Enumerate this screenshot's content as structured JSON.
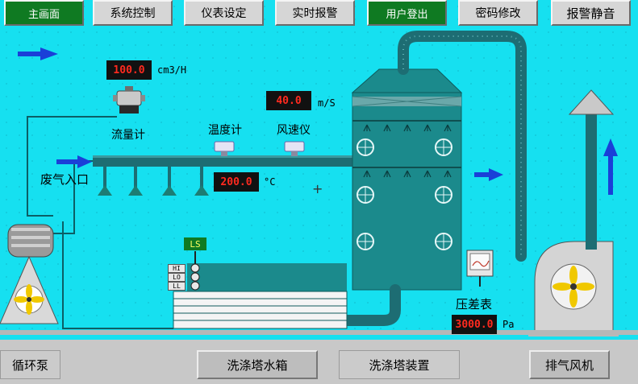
{
  "top_nav": {
    "items": [
      {
        "label": "主画面"
      },
      {
        "label": "系统控制"
      },
      {
        "label": "仪表设定"
      },
      {
        "label": "实时报警"
      },
      {
        "label": "用户登出"
      },
      {
        "label": "密码修改"
      },
      {
        "label": "报警静音"
      }
    ]
  },
  "readings": {
    "flow": {
      "value": "100.0",
      "unit": "cm3/H",
      "label": "流量计"
    },
    "wind_speed": {
      "value": "40.0",
      "unit": "m/S",
      "label": "风速仪"
    },
    "temperature": {
      "value": "200.0",
      "unit": "°C",
      "label": "温度计"
    },
    "pressure_diff": {
      "value": "3000.0",
      "unit": "Pa",
      "label": "压差表"
    }
  },
  "labels": {
    "inlet": "废气入口",
    "ls": "LS",
    "level_hi": "HI",
    "level_lo": "LO",
    "level_ll": "LL",
    "crosshair": "+"
  },
  "bottom_nav": {
    "items": [
      {
        "label": "循环泵"
      },
      {
        "label": "洗涤塔水箱"
      },
      {
        "label": "洗涤塔装置"
      },
      {
        "label": "排气风机"
      }
    ]
  },
  "colors": {
    "background": "#16e0f0",
    "pipe": "#1d6d73",
    "tower": "#1b8a8c",
    "value_text": "#ff2a1f",
    "nav_active": "#0f7a22",
    "flow_arrow": "#1a3fd8"
  },
  "icons": [
    "flow-meter-icon",
    "thermometer-icon",
    "anemometer-icon",
    "circulation-pump-icon",
    "exhaust-fan-icon",
    "pressure-gauge-icon",
    "flow-arrow-icon",
    "nozzle-icon",
    "chimney-cap-icon"
  ]
}
